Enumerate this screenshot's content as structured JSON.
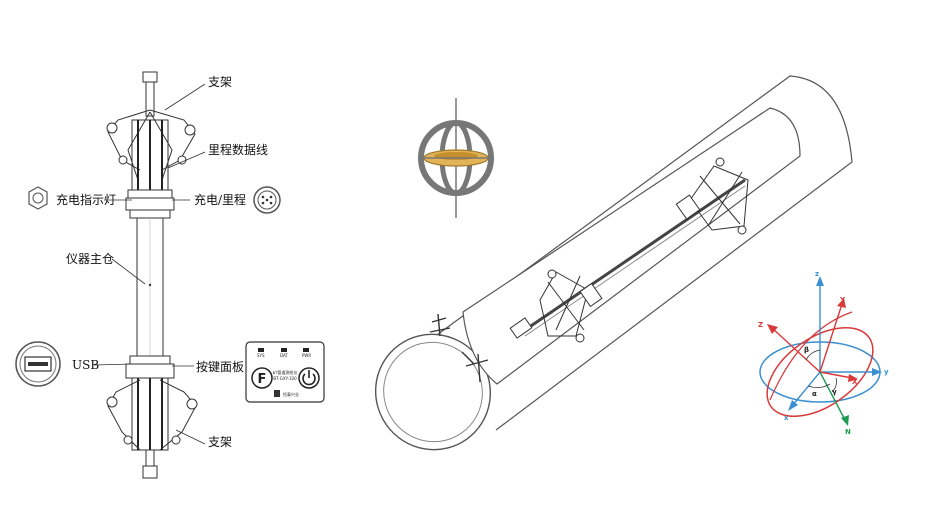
{
  "labels": {
    "bracket_top": "支架",
    "mileage_cable": "里程数据线",
    "charge_indicator": "充电指示灯",
    "charge_mileage": "充电/里程",
    "main_cabin": "仪器主仓",
    "usb": "USB",
    "button_panel": "按键面板",
    "bracket_bottom": "支架"
  },
  "panel": {
    "led_sys": "SYS",
    "led_dat": "DAT",
    "led_pwr": "PWR",
    "f_key": "F",
    "model_line1": "ʙᴛ管道测绘仪",
    "model_line2": "BT-GXY-100",
    "brand": "恒泰兴业"
  },
  "axes": {
    "z": "z",
    "y": "y",
    "x": "x",
    "Z": "Z",
    "Y": "Y",
    "X": "X",
    "N": "N",
    "alpha": "α",
    "beta": "β",
    "gamma": "γ"
  },
  "colors": {
    "blue": "#3a8fd0",
    "red": "#d83a3a",
    "green": "#1e9a52",
    "gold": "#d9a84a",
    "gimbal": "#777777"
  }
}
